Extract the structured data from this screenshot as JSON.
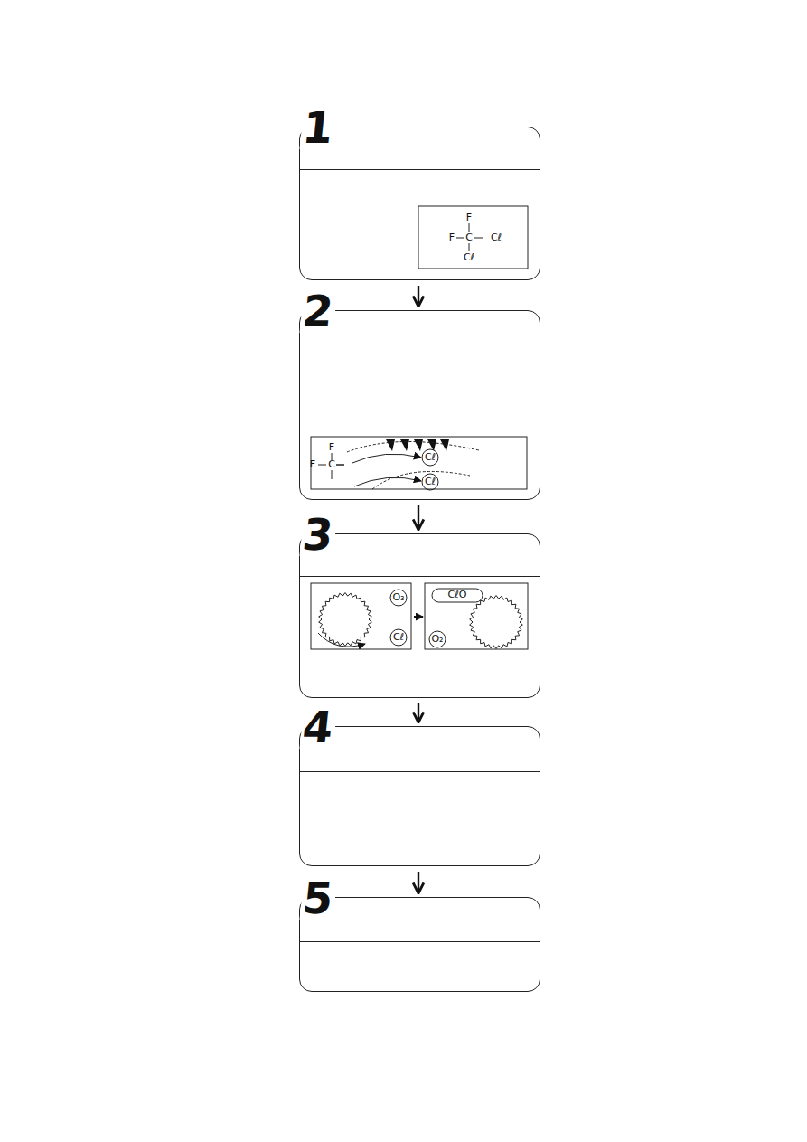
{
  "diagram": {
    "nodes": [
      {
        "text": [
          "1"
        ]
      },
      {
        "text": [
          "2"
        ]
      },
      {
        "text": [
          "3"
        ]
      },
      {
        "text": [
          "4"
        ]
      },
      {
        "text": [
          "5"
        ]
      }
    ],
    "edges": [
      {
        "from": 0,
        "to": 1,
        "arrow": "to"
      },
      {
        "from": 1,
        "to": 2,
        "arrow": "to"
      },
      {
        "from": 2,
        "to": 3,
        "arrow": "to"
      },
      {
        "from": 3,
        "to": 4,
        "arrow": "to"
      }
    ],
    "labels": [
      "F",
      "F",
      "C",
      "Cℓ",
      "Cℓ",
      "F",
      "F",
      "C",
      "Cℓ",
      "Cℓ",
      "O₃",
      "Cℓ",
      "CℓO",
      "O₂"
    ]
  }
}
